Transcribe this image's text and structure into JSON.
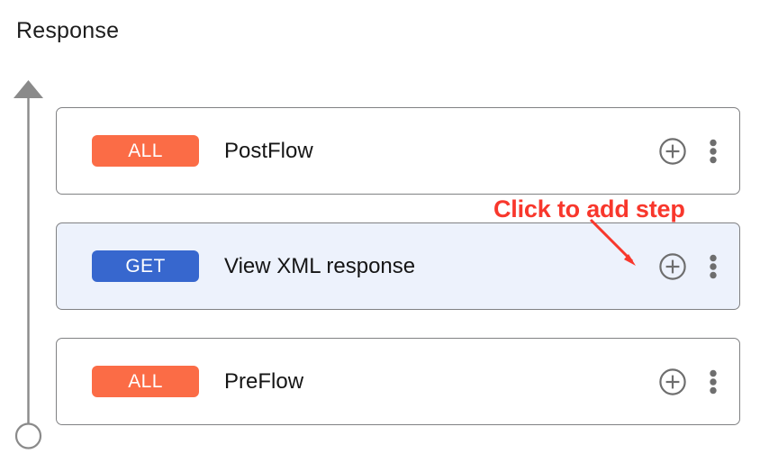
{
  "page_title": "Response",
  "colors": {
    "badge_all": "#fb6c46",
    "badge_get": "#3767ce",
    "row_selected_bg": "#edf2fc",
    "row_border": "#808183",
    "annotation_red": "#f8372c",
    "icon_gray": "#6e6e6e",
    "axis_gray": "#8a8a8a"
  },
  "flow_axis": {
    "direction_icon": "arrow-up-icon",
    "endpoint_icon": "circle-outline-icon"
  },
  "annotation": {
    "text": "Click to add step",
    "arrow_icon": "arrow-pointer-icon"
  },
  "rows": [
    {
      "badge": "ALL",
      "badge_type": "all",
      "label": "PostFlow",
      "selected": false,
      "add_icon": "plus-circle-icon",
      "menu_icon": "more-vertical-icon"
    },
    {
      "badge": "GET",
      "badge_type": "get",
      "label": "View XML response",
      "selected": true,
      "add_icon": "plus-circle-icon",
      "menu_icon": "more-vertical-icon"
    },
    {
      "badge": "ALL",
      "badge_type": "all",
      "label": "PreFlow",
      "selected": false,
      "add_icon": "plus-circle-icon",
      "menu_icon": "more-vertical-icon"
    }
  ]
}
